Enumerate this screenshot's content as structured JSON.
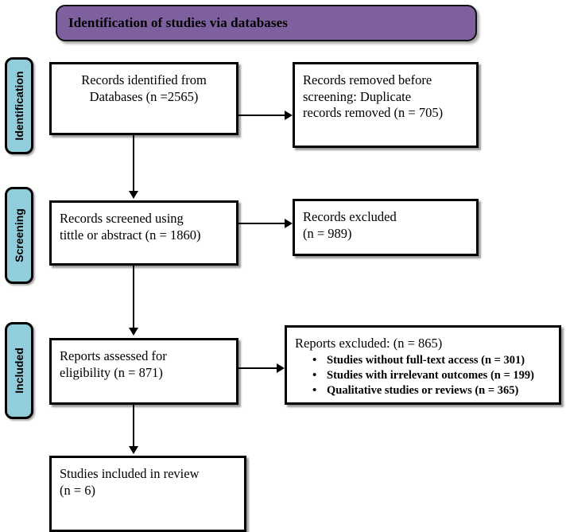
{
  "banner": {
    "title": "Identification of studies via databases",
    "color": "#7f609e"
  },
  "stages": {
    "color": "#92cddc",
    "identification": "Identification",
    "screening": "Screening",
    "included": "Included"
  },
  "boxes": {
    "identified": {
      "line1": "Records identified from",
      "line2": "Databases (n =2565)"
    },
    "removed": {
      "line1": "Records removed before",
      "line2": "screening: Duplicate",
      "line3": "records removed (n = 705)"
    },
    "screened": {
      "line1": "Records screened using",
      "line2": "tittle or abstract (n = 1860)"
    },
    "excluded": {
      "line1": "Records excluded",
      "line2": "(n = 989)"
    },
    "assessed": {
      "line1": "Reports assessed for",
      "line2": "eligibility (n = 871)"
    },
    "reports_excluded": {
      "title": "Reports excluded: (n = 865)",
      "items": [
        "Studies without full-text access (n = 301)",
        "Studies with irrelevant outcomes (n = 199)",
        "Qualitative studies or reviews (n = 365)"
      ]
    },
    "included": {
      "line1": "Studies included in review",
      "line2": "(n = 6)"
    }
  },
  "chart_data": {
    "type": "diagram",
    "title": "Identification of studies via databases",
    "nodes": [
      {
        "id": "identified",
        "stage": "Identification",
        "label": "Records identified from Databases",
        "n": 2565
      },
      {
        "id": "removed",
        "stage": "Identification",
        "label": "Records removed before screening: Duplicate records removed",
        "n": 705
      },
      {
        "id": "screened",
        "stage": "Screening",
        "label": "Records screened using tittle or abstract",
        "n": 1860
      },
      {
        "id": "excluded",
        "stage": "Screening",
        "label": "Records excluded",
        "n": 989
      },
      {
        "id": "assessed",
        "stage": "Included",
        "label": "Reports assessed for eligibility",
        "n": 871
      },
      {
        "id": "reports_excluded",
        "stage": "Included",
        "label": "Reports excluded",
        "n": 865
      },
      {
        "id": "included",
        "stage": "Included",
        "label": "Studies included in review",
        "n": 6
      }
    ],
    "exclusion_reasons": [
      {
        "reason": "Studies without full-text access",
        "n": 301
      },
      {
        "reason": "Studies with irrelevant outcomes",
        "n": 199
      },
      {
        "reason": "Qualitative studies or reviews",
        "n": 365
      }
    ],
    "edges": [
      {
        "from": "identified",
        "to": "removed"
      },
      {
        "from": "identified",
        "to": "screened"
      },
      {
        "from": "screened",
        "to": "excluded"
      },
      {
        "from": "screened",
        "to": "assessed"
      },
      {
        "from": "assessed",
        "to": "reports_excluded"
      },
      {
        "from": "assessed",
        "to": "included"
      }
    ]
  }
}
